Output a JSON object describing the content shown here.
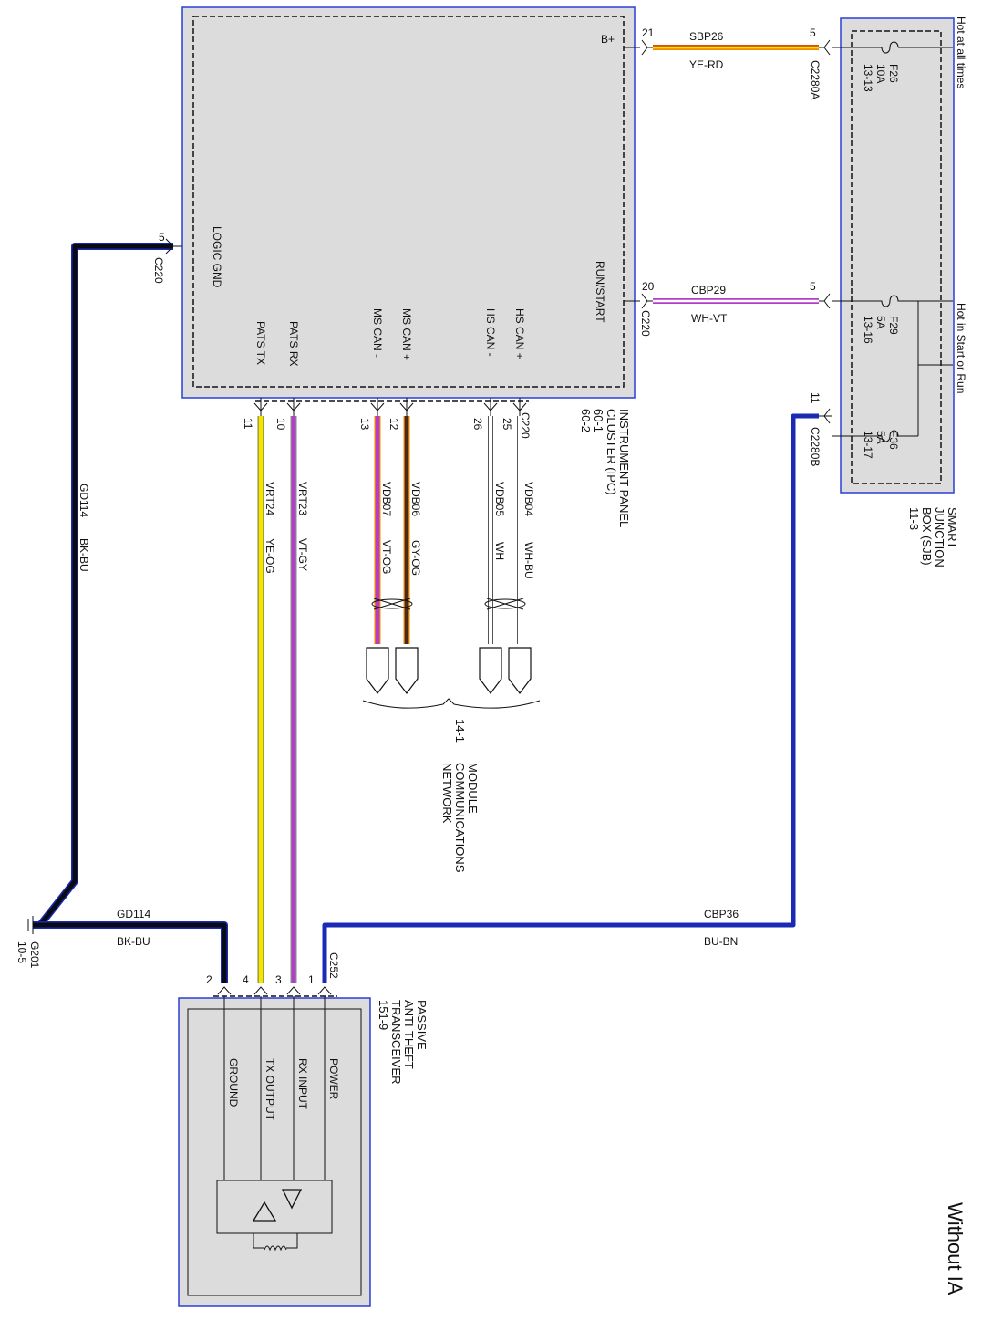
{
  "title": "Without IA",
  "ipc": {
    "name": [
      "INSTRUMENT PANEL",
      "CLUSTER (IPC)"
    ],
    "refs": [
      "60-1",
      "60-2"
    ],
    "pins": {
      "bplus": "B+",
      "runstart": "RUN/START",
      "logic_gnd": "LOGIC GND",
      "pats_tx": "PATS TX",
      "pats_rx": "PATS RX",
      "ms_can_minus": "MS CAN -",
      "ms_can_plus": "MS CAN +",
      "hs_can_minus": "HS CAN -",
      "hs_can_plus": "HS CAN +"
    }
  },
  "sjb": {
    "name": [
      "SMART",
      "JUNCTION",
      "BOX (SJB)"
    ],
    "ref": "11-3",
    "power_labels": {
      "hot_at_all_times": "Hot at all times",
      "hot_in_start_or_run": "Hot in Start or Run"
    },
    "fuses": [
      {
        "id": "F26",
        "rating": "10A",
        "ref": "13-13"
      },
      {
        "id": "F29",
        "rating": "5A",
        "ref": "13-16"
      },
      {
        "id": "F36",
        "rating": "5A",
        "ref": "13-17"
      }
    ]
  },
  "pats": {
    "name": [
      "PASSIVE",
      "ANTI-THEFT",
      "TRANSCEIVER"
    ],
    "ref": "151-9",
    "pins": {
      "power": "POWER",
      "rx_input": "RX INPUT",
      "tx_output": "TX OUTPUT",
      "ground": "GROUND"
    }
  },
  "mcn": {
    "ref": "14-1",
    "name": [
      "MODULE",
      "COMMUNICATIONS",
      "NETWORK"
    ]
  },
  "ground": {
    "id": "G201",
    "ref": "10-5"
  },
  "connectors": {
    "c220": "C220",
    "c2280a": "C2280A",
    "c2280b": "C2280B",
    "c252": "C252"
  },
  "pin_numbers": {
    "ipc_21": "21",
    "ipc_20": "20",
    "ipc_5": "5",
    "ipc_11": "11",
    "ipc_10": "10",
    "ipc_13": "13",
    "ipc_12": "12",
    "ipc_26": "26",
    "ipc_25": "25",
    "sjb_5a": "5",
    "sjb_5b": "5",
    "sjb_11": "11",
    "pats_2": "2",
    "pats_4": "4",
    "pats_3": "3",
    "pats_1": "1"
  },
  "circuits": [
    {
      "id": "SBP26",
      "color": "YE-RD"
    },
    {
      "id": "CBP29",
      "color": "WH-VT"
    },
    {
      "id": "GD114",
      "color": "BK-BU"
    },
    {
      "id": "VRT24",
      "color": "YE-OG"
    },
    {
      "id": "VRT23",
      "color": "VT-GY"
    },
    {
      "id": "VDB07",
      "color": "VT-OG"
    },
    {
      "id": "VDB06",
      "color": "GY-OG"
    },
    {
      "id": "VDB05",
      "color": "WH"
    },
    {
      "id": "VDB04",
      "color": "WH-BU"
    },
    {
      "id": "CBP36",
      "color": "BU-BN"
    },
    {
      "id": "GD114",
      "color": "BK-BU"
    }
  ],
  "colors": {
    "box_fill": "#dcdcdc",
    "box_border": "#2a3fd6",
    "yellow": "#f2e600",
    "red": "#d42a1a",
    "orange": "#f08a00",
    "violet": "#b43cc8",
    "grey": "#8a8a8a",
    "black": "#0a0a14",
    "blue": "#1a2ab4",
    "white": "#ffffff",
    "brown": "#6b3b1a"
  }
}
